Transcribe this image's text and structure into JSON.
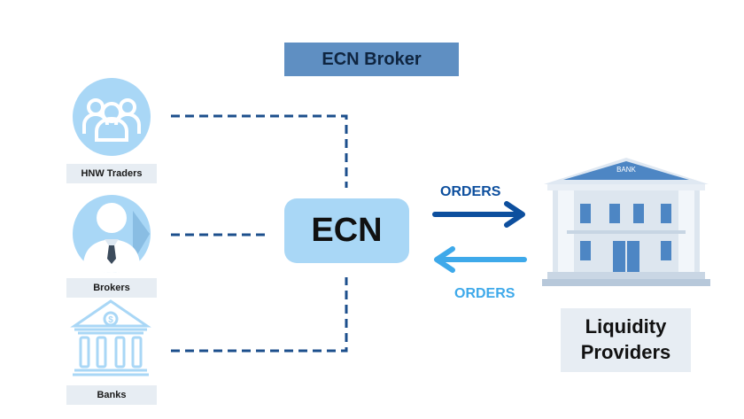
{
  "title": "ECN Broker",
  "center_node": "ECN",
  "participants": [
    {
      "label": "HNW Traders",
      "icon": "group-icon"
    },
    {
      "label": "Brokers",
      "icon": "person-tie-icon"
    },
    {
      "label": "Banks",
      "icon": "bank-dollar-icon"
    }
  ],
  "bank_sign": "BANK",
  "liquidity_providers": {
    "line1": "Liquidity",
    "line2": "Providers"
  },
  "orders_out": "ORDERS",
  "orders_in": "ORDERS",
  "colors": {
    "title_bg": "#5f8fc2",
    "ecn_bg": "#a9d7f6",
    "dash_line": "#1c4f8c",
    "arrow_dark": "#0d4f9e",
    "arrow_light": "#3ea9ea",
    "icon_circle": "#a9d7f6",
    "label_bg": "#e7edf3"
  }
}
